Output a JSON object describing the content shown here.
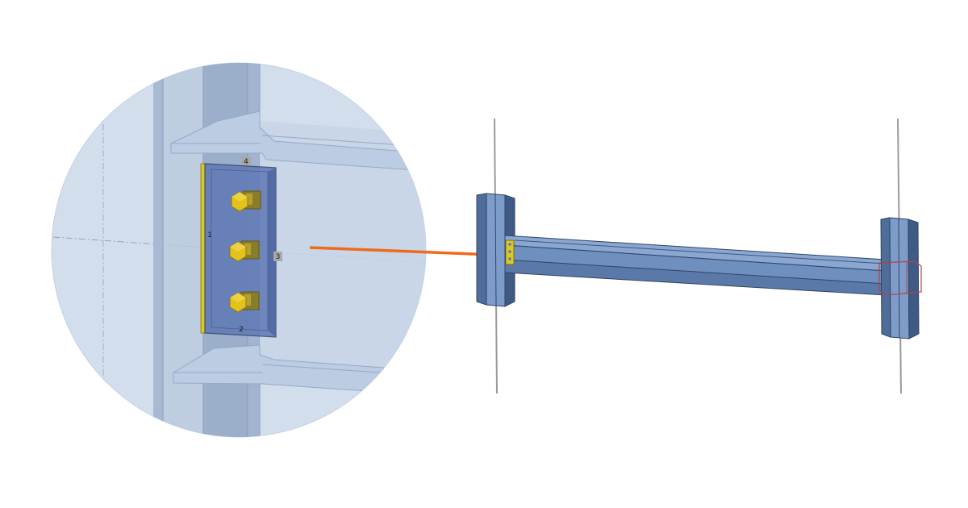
{
  "colors": {
    "background": "#ffffff",
    "steel": "#7d9cc9",
    "steel_dark": "#4f6d99",
    "steel_edge": "#2f4466",
    "zoom_circle": "#d3deec",
    "plate": "#5f79b5",
    "bolt": "#e4c21c",
    "weld": "#d8c82a",
    "callout_arrow": "#ef6a1a",
    "selection_box": "#b3424b",
    "grid_line": "#9a9a9a"
  },
  "detail_view": {
    "plate_edge_labels": [
      "1",
      "2",
      "3",
      "4"
    ],
    "bolt_count": 3
  },
  "icons": {
    "bolt": "hex-bolt-icon",
    "arrow": "arrow-left-icon"
  }
}
